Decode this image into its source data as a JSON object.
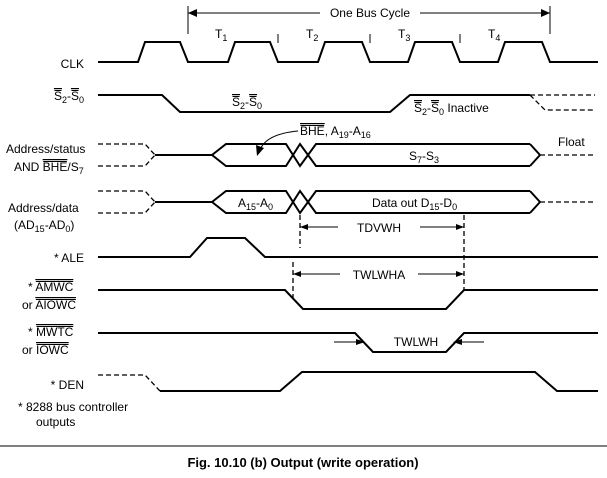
{
  "header": {
    "bus_cycle": "One Bus Cycle",
    "t1": "T",
    "t1_sub": "1",
    "t2": "T",
    "t2_sub": "2",
    "t3": "T",
    "t3_sub": "3",
    "t4": "T",
    "t4_sub": "4"
  },
  "signals": {
    "clk": "CLK",
    "s2s0_a": "S",
    "s2s0_a_sub": "2",
    "s2s0_dash": "-",
    "s2s0_b": "S",
    "s2s0_b_sub": "0",
    "addr_status_1": "Address/status",
    "addr_status_2a": "AND ",
    "addr_status_2b": "BHE",
    "addr_status_2c": "/S",
    "addr_status_2c_sub": "7",
    "addr_data_1": "Address/data",
    "addr_data_2a": "(AD",
    "addr_data_2a_sub": "15",
    "addr_data_2b": "-AD",
    "addr_data_2b_sub": "0",
    "addr_data_2c": ")",
    "ale": "* ALE",
    "amwc_star": "* ",
    "amwc": "AMWC",
    "aiowc_or": "or ",
    "aiowc": "AIOWC",
    "mwtc_star": "* ",
    "mwtc": "MWTC",
    "iowc_or": "or ",
    "iowc": "IOWC",
    "den": "* DEN"
  },
  "annotations": {
    "s2s0_active_a": "S",
    "s2s0_active_a_sub": "2",
    "s2s0_active_dash": "-",
    "s2s0_active_b": "S",
    "s2s0_active_b_sub": "0",
    "s2s0_inactive_a": "S",
    "s2s0_inactive_a_sub": "2",
    "s2s0_inactive_dash": "-",
    "s2s0_inactive_b": "S",
    "s2s0_inactive_b_sub": "0",
    "s2s0_inactive_tail": " Inactive",
    "bhe_a": "BHE",
    "bhe_b": ", A",
    "bhe_b_sub": "19",
    "bhe_c": "-A",
    "bhe_c_sub": "16",
    "s7s3_a": "S",
    "s7s3_a_sub": "7",
    "s7s3_dash": "-S",
    "s7s3_b_sub": "3",
    "float": "Float",
    "a15a0_a": "A",
    "a15a0_a_sub": "15",
    "a15a0_dash": "-A",
    "a15a0_b_sub": "0",
    "dataout_a": "Data out D",
    "dataout_a_sub": "15",
    "dataout_dash": "-D",
    "dataout_b_sub": "0",
    "tdvwh": "TDVWH",
    "twlwha": "TWLWHA",
    "twlwh": "TWLWH"
  },
  "footnote": {
    "line1": "* 8288 bus controller",
    "line2": "outputs"
  },
  "caption": "Fig. 10.10 (b)  Output (write operation)"
}
